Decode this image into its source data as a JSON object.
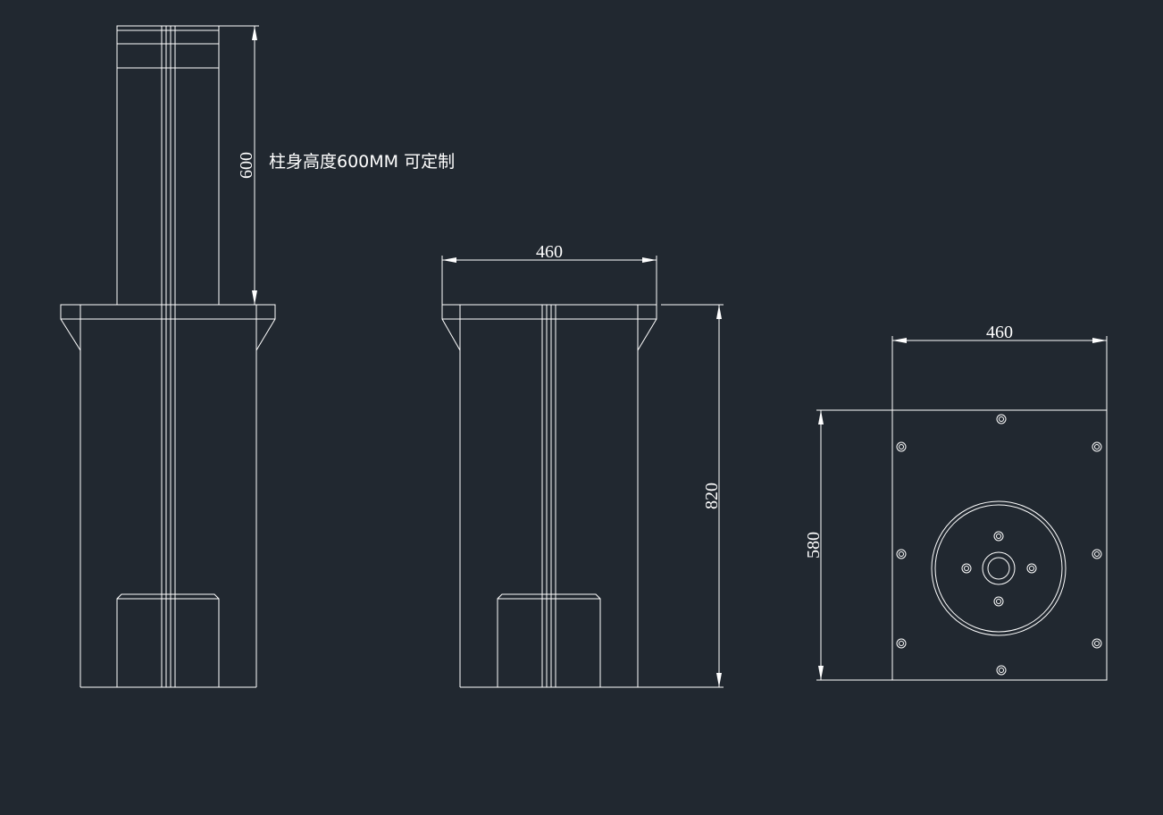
{
  "colors": {
    "background": "#212830",
    "line": "#ffffff"
  },
  "drawing": {
    "views": [
      {
        "name": "raised-front-view",
        "dimensions": [
          {
            "name": "post-height",
            "value": "600"
          }
        ],
        "note": "柱身高度600MM 可定制"
      },
      {
        "name": "retracted-front-view",
        "dimensions": [
          {
            "name": "width",
            "value": "460"
          },
          {
            "name": "height",
            "value": "820"
          }
        ]
      },
      {
        "name": "base-plate-plan-view",
        "dimensions": [
          {
            "name": "width",
            "value": "460"
          },
          {
            "name": "depth",
            "value": "580"
          }
        ]
      }
    ]
  }
}
